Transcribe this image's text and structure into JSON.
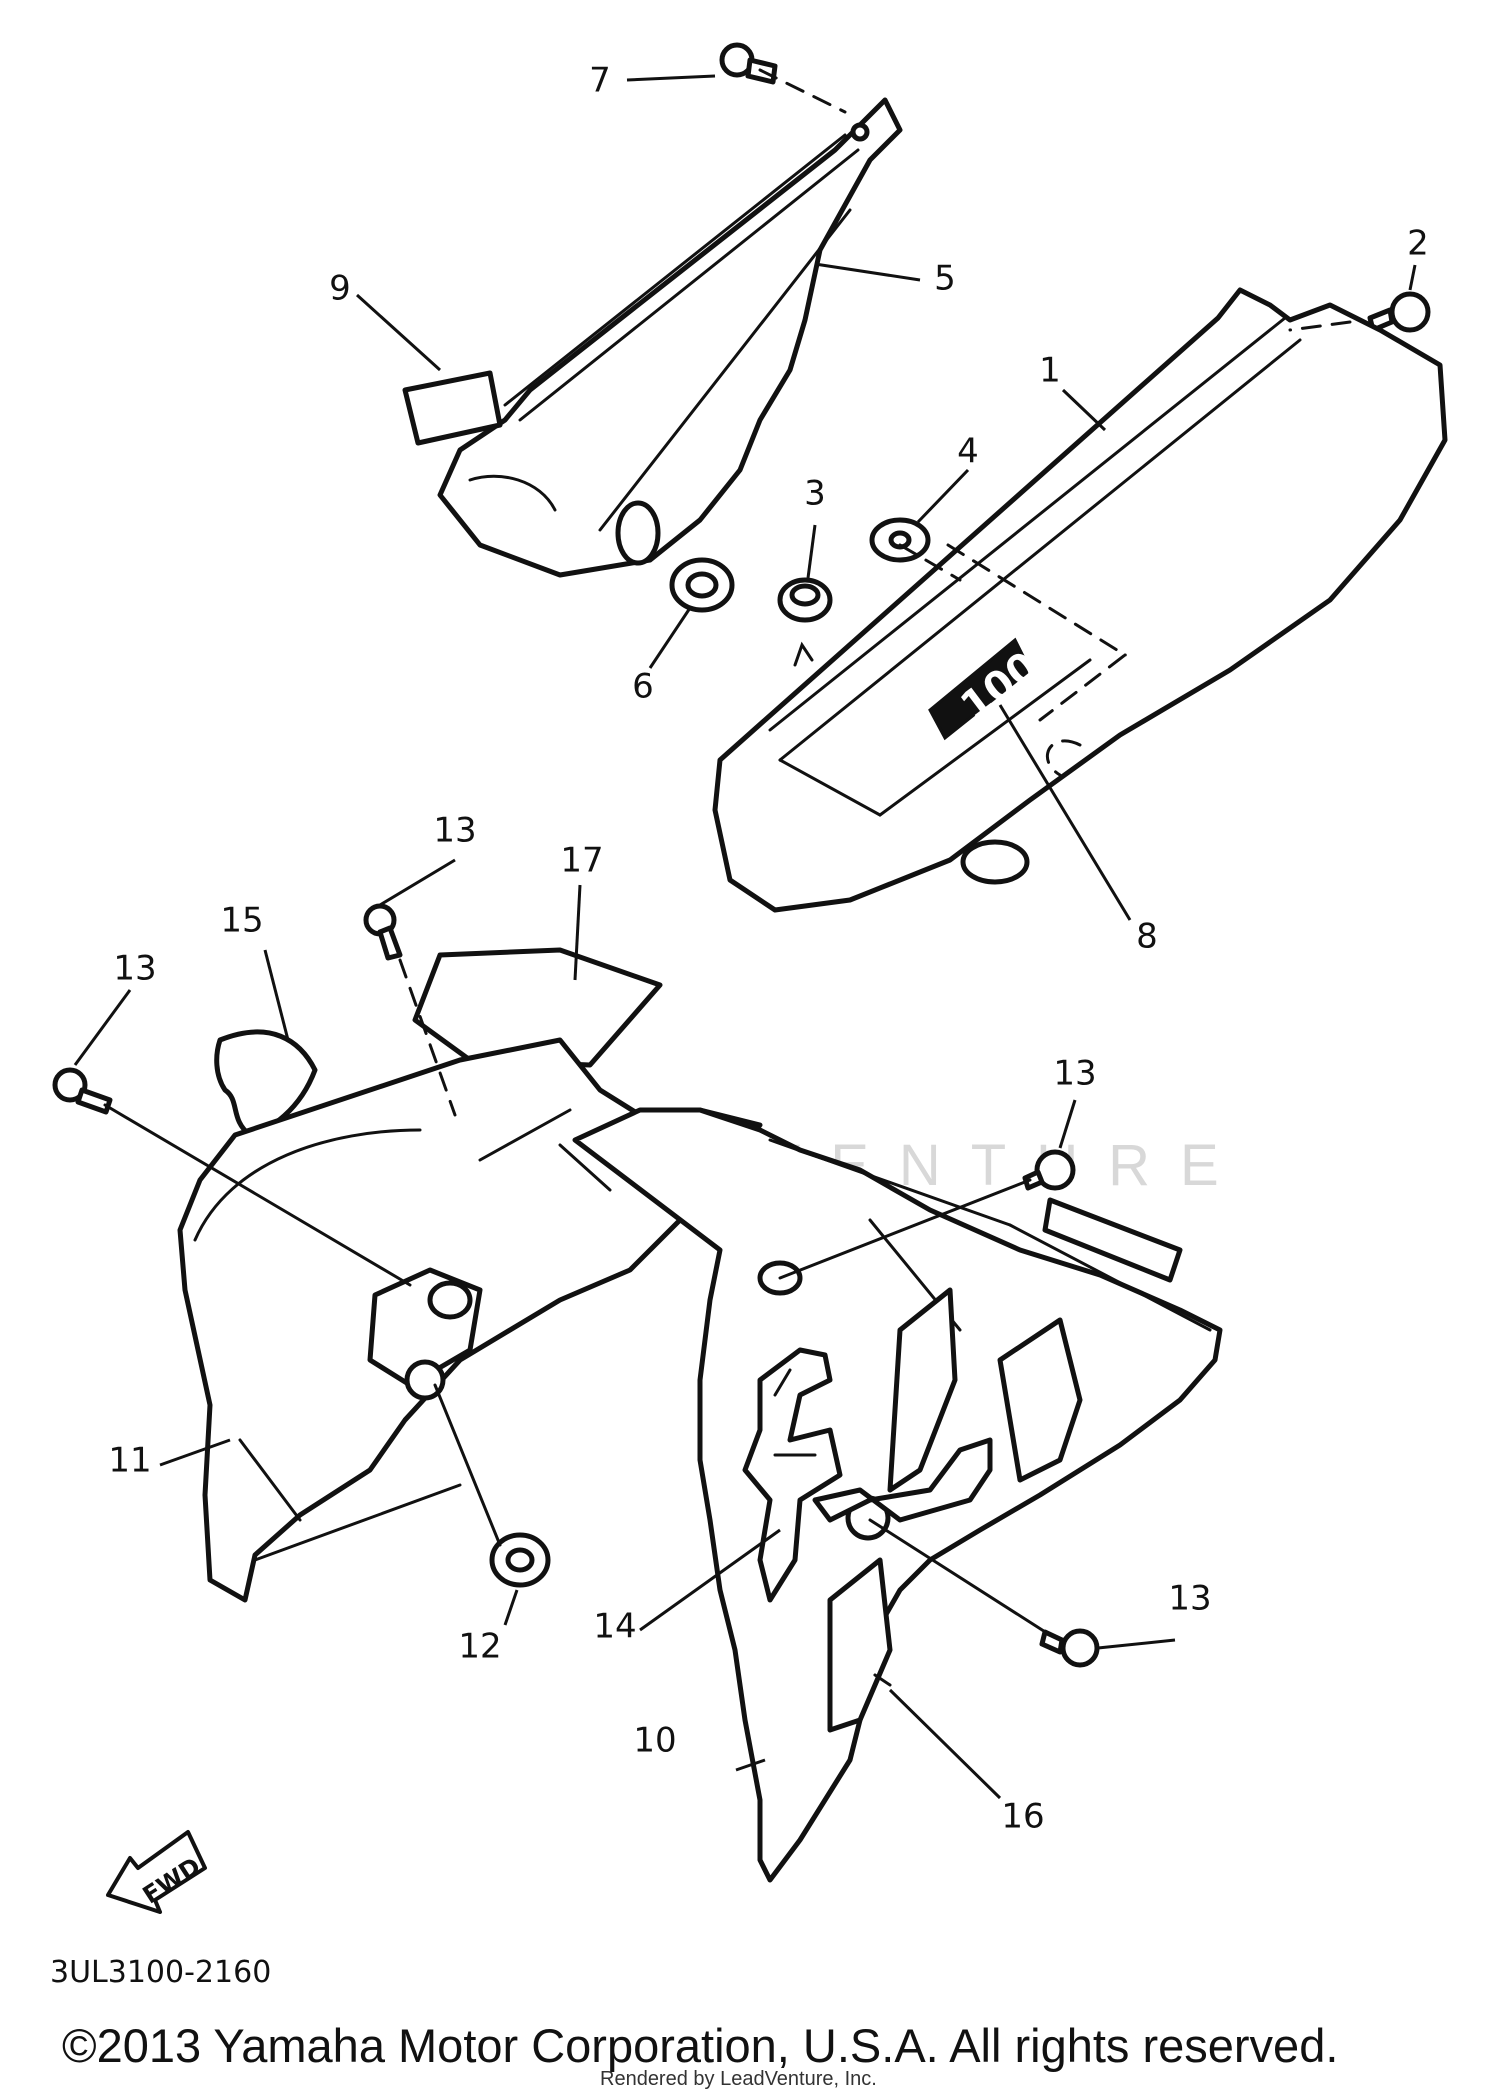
{
  "diagram": {
    "callouts": [
      {
        "id": "1",
        "label": "1"
      },
      {
        "id": "2",
        "label": "2"
      },
      {
        "id": "3",
        "label": "3"
      },
      {
        "id": "4",
        "label": "4"
      },
      {
        "id": "5",
        "label": "5"
      },
      {
        "id": "6",
        "label": "6"
      },
      {
        "id": "7",
        "label": "7"
      },
      {
        "id": "8",
        "label": "8"
      },
      {
        "id": "9",
        "label": "9"
      },
      {
        "id": "10",
        "label": "10"
      },
      {
        "id": "11",
        "label": "11"
      },
      {
        "id": "12",
        "label": "12"
      },
      {
        "id": "13a",
        "label": "13"
      },
      {
        "id": "13b",
        "label": "13"
      },
      {
        "id": "13c",
        "label": "13"
      },
      {
        "id": "13d",
        "label": "13"
      },
      {
        "id": "14",
        "label": "14"
      },
      {
        "id": "15",
        "label": "15"
      },
      {
        "id": "16",
        "label": "16"
      },
      {
        "id": "17",
        "label": "17"
      }
    ],
    "decal_text": "100",
    "fwd_label": "FWD",
    "drawing_code": "3UL3100-2160",
    "watermark": "LEADVENTURE",
    "copyright": "©2013 Yamaha Motor Corporation, U.S.A. All rights reserved.",
    "rendered_by": "Rendered by LeadVenture, Inc."
  }
}
